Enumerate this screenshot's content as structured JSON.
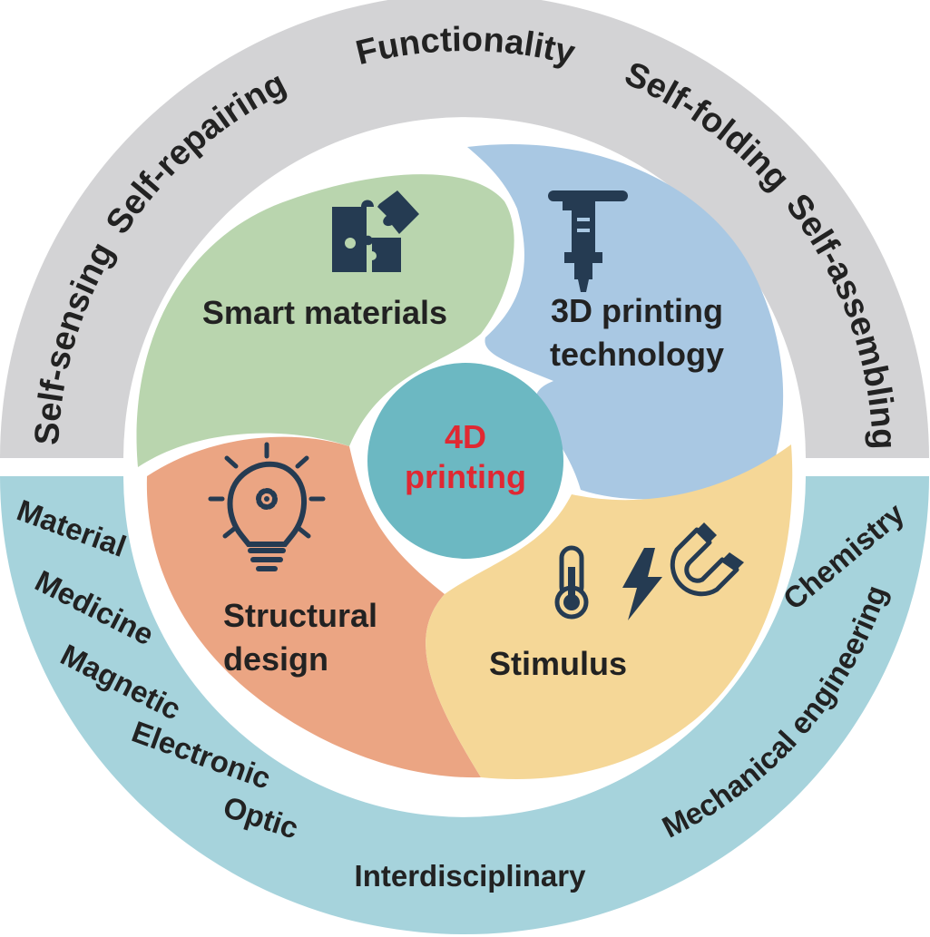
{
  "center": {
    "line1": "4D",
    "line2": "printing"
  },
  "petals": {
    "smart_materials": {
      "label": "Smart materials"
    },
    "printing_technology": {
      "line1": "3D printing",
      "line2": "technology"
    },
    "structural_design": {
      "line1": "Structural",
      "line2": "design"
    },
    "stimulus": {
      "label": "Stimulus"
    }
  },
  "outer_ring_top": {
    "items": [
      "Self-sensing",
      "Self-repairing",
      "Functionality",
      "Self-folding",
      "Self-assembling"
    ]
  },
  "outer_ring_bottom": {
    "left_items": [
      "Material",
      "Medicine",
      "Magnetic",
      "Electronic",
      "Optic"
    ],
    "bottom_item": "Interdisciplinary",
    "right_items": [
      "Mechanical engineering",
      "Chemistry"
    ]
  },
  "colors": {
    "ring_top": "#d3d3d5",
    "ring_bottom": "#a6d3dc",
    "green_petal": "#b9d5ae",
    "blue_petal": "#a9c8e3",
    "orange_petal": "#eba583",
    "yellow_petal": "#f5d797",
    "center_circle": "#6cb8c2",
    "center_text": "#e02832",
    "icon": "#253b52"
  },
  "icons": [
    "puzzle-icon",
    "jackhammer-icon",
    "lightbulb-gear-icon",
    "thermometer-icon",
    "lightning-icon",
    "magnet-icon"
  ]
}
